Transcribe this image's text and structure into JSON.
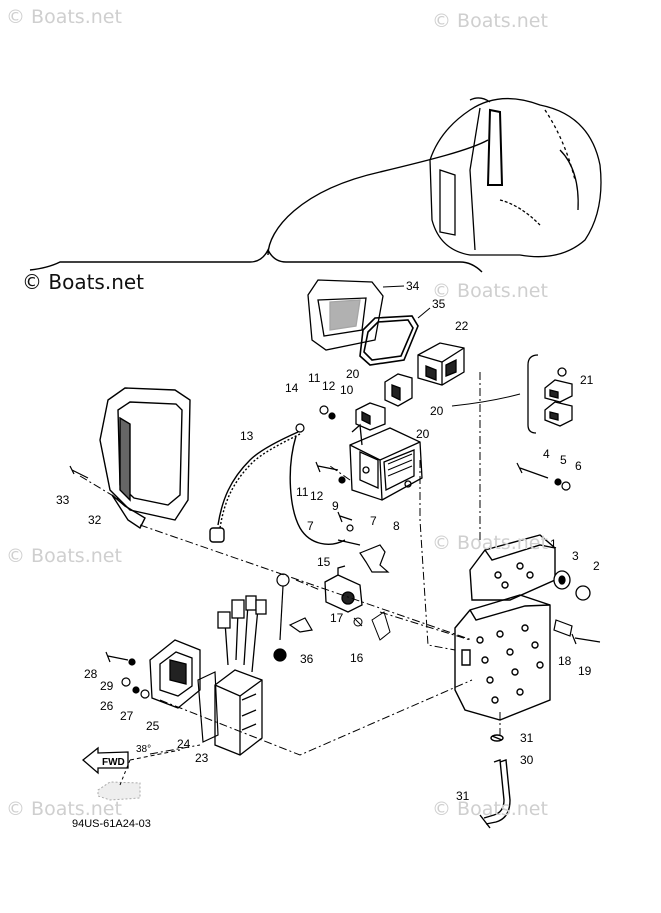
{
  "watermarks": {
    "top_left": "© Boats.net",
    "top_right": "© Boats.net",
    "main": "© Boats.net",
    "mid_right": "© Boats.net",
    "lower_left": "© Boats.net",
    "lower_right": "© Boats.net",
    "bottom_left": "© Boats.net",
    "bottom_right": "© Boats.net"
  },
  "diagram_code": "94US-61A24-03",
  "fwd_label": "FWD",
  "angle_label": "38°",
  "parts": [
    "1",
    "2",
    "3",
    "4",
    "5",
    "6",
    "7",
    "7",
    "8",
    "9",
    "10",
    "11",
    "11",
    "12",
    "12",
    "13",
    "14",
    "15",
    "16",
    "17",
    "18",
    "19",
    "20",
    "20",
    "20",
    "21",
    "22",
    "23",
    "24",
    "25",
    "26",
    "27",
    "28",
    "29",
    "30",
    "31",
    "31",
    "32",
    "33",
    "34",
    "35",
    "36"
  ]
}
